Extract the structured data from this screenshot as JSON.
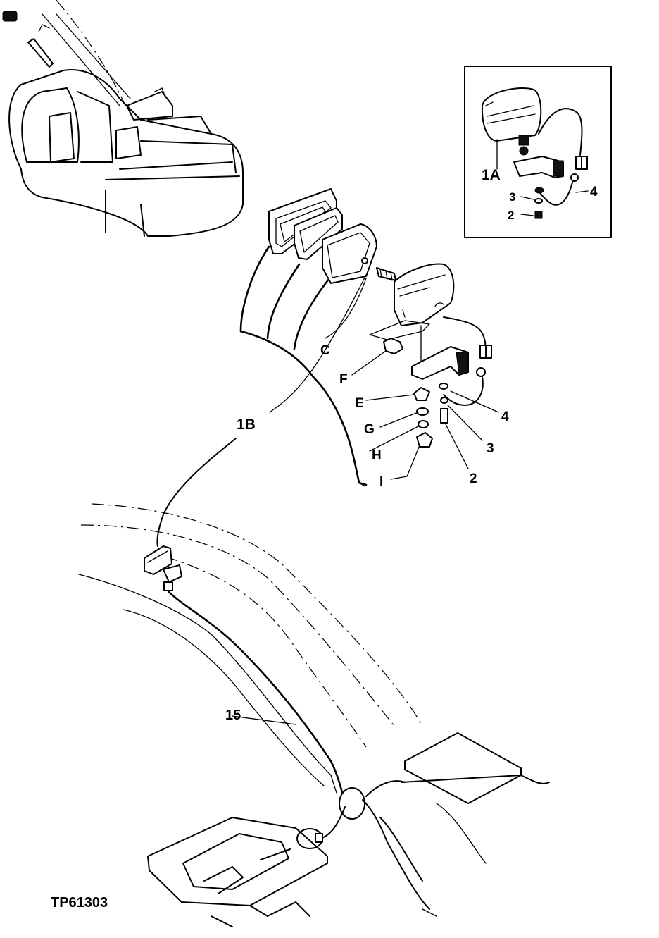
{
  "figure": {
    "id_label": "TP61303"
  },
  "callouts": {
    "inset_1a": "1A",
    "inset_2": "2",
    "inset_3": "3",
    "inset_4": "4",
    "c": "C",
    "f": "F",
    "e": "E",
    "g": "G",
    "h": "H",
    "i": "I",
    "one_b": "1B",
    "two": "2",
    "three": "3",
    "four": "4",
    "fifteen": "15"
  }
}
